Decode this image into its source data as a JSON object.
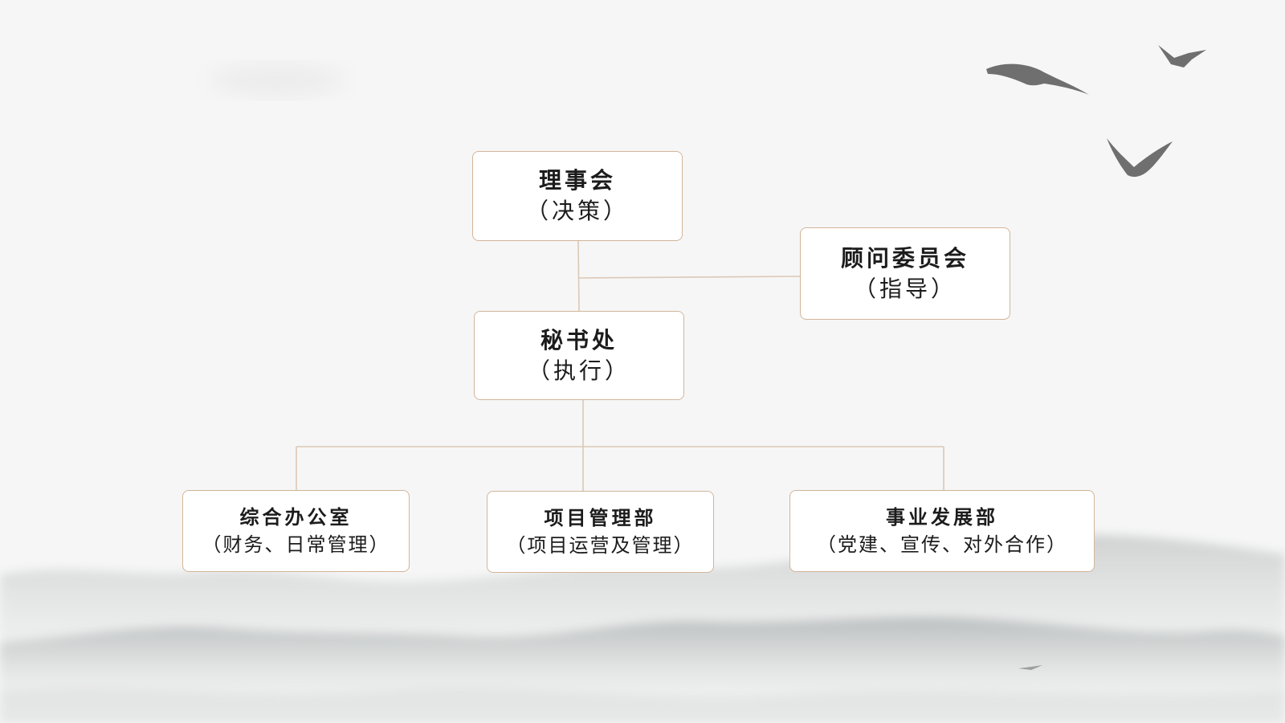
{
  "nodes": {
    "board": {
      "title": "理事会",
      "sub": "（决策）"
    },
    "advisory": {
      "title": "顾问委员会",
      "sub": "（指导）"
    },
    "secretariat": {
      "title": "秘书处",
      "sub": "（执行）"
    },
    "office": {
      "title": "综合办公室",
      "sub": "（财务、日常管理）"
    },
    "project": {
      "title": "项目管理部",
      "sub": "（项目运营及管理）"
    },
    "business": {
      "title": "事业发展部",
      "sub": "（党建、宣传、对外合作）"
    }
  },
  "colors": {
    "line": "#dcc8b6",
    "border": "#d2b59a",
    "background": "#f6f6f6"
  }
}
